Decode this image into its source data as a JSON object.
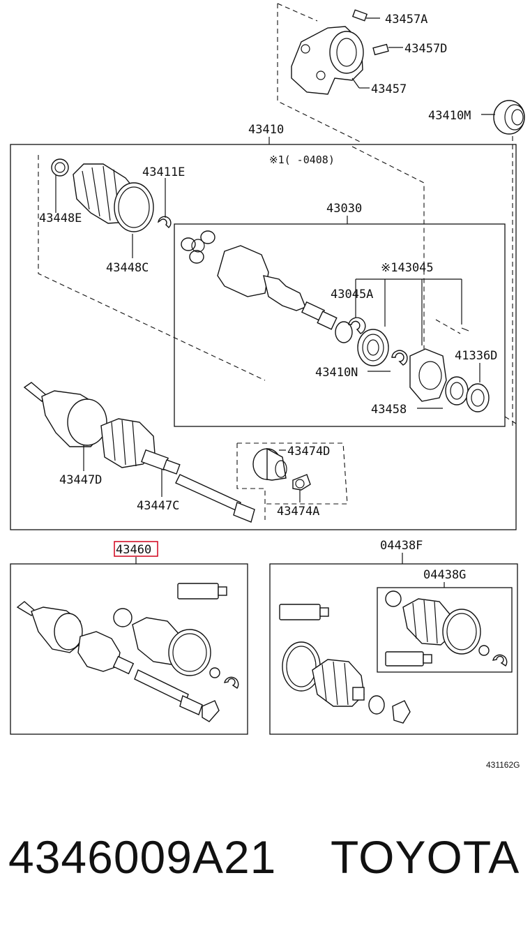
{
  "labels": {
    "p43457A": "43457A",
    "p43457D": "43457D",
    "p43457": "43457",
    "p43410M": "43410M",
    "p43410": "43410",
    "note1": "※1(   -0408)",
    "p43411E": "43411E",
    "p43448E": "43448E",
    "p43448C": "43448C",
    "p43030": "43030",
    "p43045": "※143045",
    "p43045A": "43045A",
    "p43410N": "43410N",
    "p41336D": "41336D",
    "p43458": "43458",
    "p43447D": "43447D",
    "p43447C": "43447C",
    "p43474D": "43474D",
    "p43474A": "43474A",
    "p43460": "43460",
    "p04438F": "04438F",
    "p04438G": "04438G"
  },
  "reference_code": "431162G",
  "footer": {
    "part_number": "4346009A21",
    "brand": "TOYOTA"
  },
  "colors": {
    "line": "#111111",
    "highlight": "#d0021b"
  }
}
